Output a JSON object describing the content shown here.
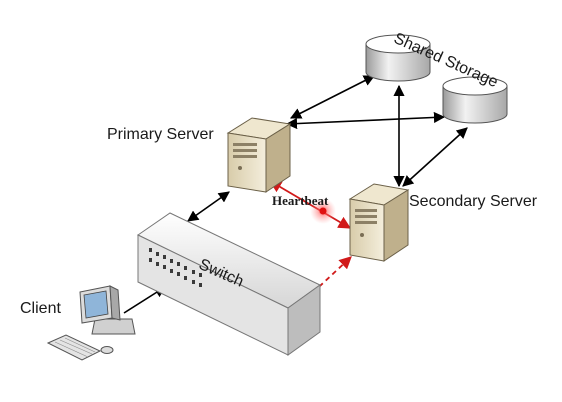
{
  "labels": {
    "shared_storage": "Shared Storage",
    "primary_server": "Primary Server",
    "secondary_server": "Secondary Server",
    "heartbeat": "Heartbeat",
    "switch": "Switch",
    "client": "Client"
  },
  "nodes": [
    {
      "id": "storage-1",
      "icon": "database-icon"
    },
    {
      "id": "storage-2",
      "icon": "database-icon"
    },
    {
      "id": "primary-server",
      "icon": "server-icon"
    },
    {
      "id": "secondary-server",
      "icon": "server-icon"
    },
    {
      "id": "switch",
      "icon": "network-switch-icon"
    },
    {
      "id": "client",
      "icon": "desktop-computer-icon"
    }
  ],
  "edges": [
    {
      "from": "primary-server",
      "to": "storage-1",
      "style": "solid",
      "color": "#000000"
    },
    {
      "from": "primary-server",
      "to": "storage-2",
      "style": "solid",
      "color": "#000000"
    },
    {
      "from": "secondary-server",
      "to": "storage-1",
      "style": "solid",
      "color": "#000000"
    },
    {
      "from": "secondary-server",
      "to": "storage-2",
      "style": "solid",
      "color": "#000000"
    },
    {
      "from": "primary-server",
      "to": "switch",
      "style": "solid",
      "color": "#000000"
    },
    {
      "from": "client",
      "to": "switch",
      "style": "solid",
      "color": "#000000"
    },
    {
      "from": "primary-server",
      "to": "secondary-server",
      "style": "solid",
      "color": "#d11a1a",
      "label": "Heartbeat"
    },
    {
      "from": "switch",
      "to": "secondary-server",
      "style": "dashed",
      "color": "#d11a1a"
    }
  ],
  "colors": {
    "heartbeat": "#d11a1a",
    "line": "#000000"
  }
}
